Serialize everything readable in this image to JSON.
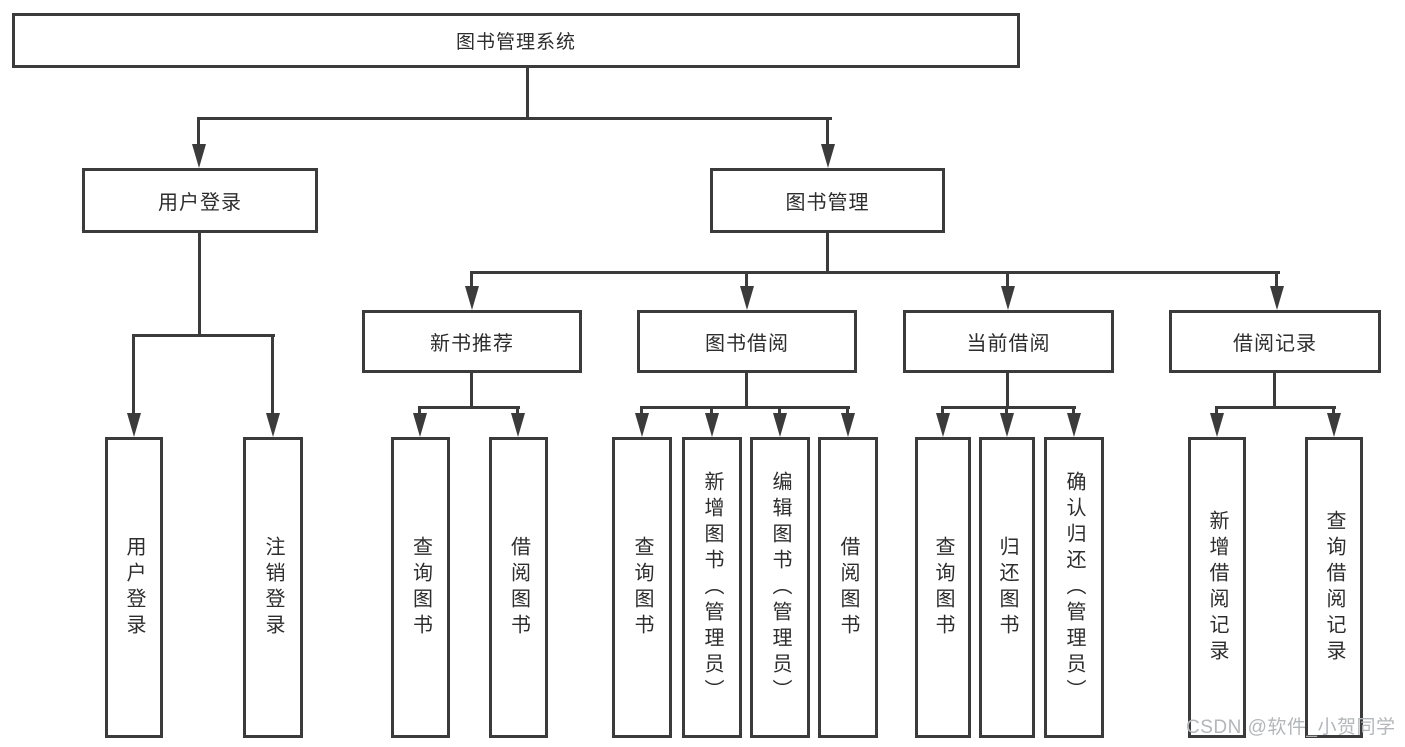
{
  "structure": {
    "root": {
      "label": "图书管理系统"
    },
    "children": [
      {
        "label": "用户登录",
        "children": [
          {
            "label": "用户登录"
          },
          {
            "label": "注销登录"
          }
        ]
      },
      {
        "label": "图书管理",
        "children": [
          {
            "label": "新书推荐",
            "children": [
              {
                "label": "查询图书"
              },
              {
                "label": "借阅图书"
              }
            ]
          },
          {
            "label": "图书借阅",
            "children": [
              {
                "label": "查询图书"
              },
              {
                "label": "新增图书（管理员）"
              },
              {
                "label": "编辑图书（管理员）"
              },
              {
                "label": "借阅图书"
              }
            ]
          },
          {
            "label": "当前借阅",
            "children": [
              {
                "label": "查询图书"
              },
              {
                "label": "归还图书"
              },
              {
                "label": "确认归还（管理员）"
              }
            ]
          },
          {
            "label": "借阅记录",
            "children": [
              {
                "label": "新增借阅记录"
              },
              {
                "label": "查询借阅记录"
              }
            ]
          }
        ]
      }
    ]
  },
  "watermark": {
    "text": "CSDN @软件_小贺同学"
  },
  "colors": {
    "line": "#3b3b3b",
    "text": "#2d2d2d",
    "background": "#ffffff",
    "watermark": "#b3b7ba"
  }
}
